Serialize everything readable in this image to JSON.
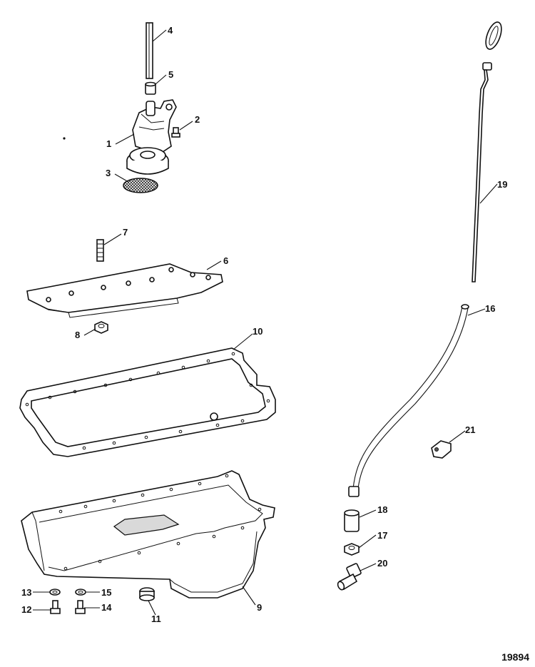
{
  "diagram": {
    "callouts": {
      "c1": "1",
      "c2": "2",
      "c3": "3",
      "c4": "4",
      "c5": "5",
      "c6": "6",
      "c7": "7",
      "c8": "8",
      "c9": "9",
      "c10": "10",
      "c11": "11",
      "c12": "12",
      "c13": "13",
      "c14": "14",
      "c15": "15",
      "c16": "16",
      "c17": "17",
      "c18": "18",
      "c19": "19",
      "c20": "20",
      "c21": "21"
    },
    "reference_number": "19894"
  }
}
